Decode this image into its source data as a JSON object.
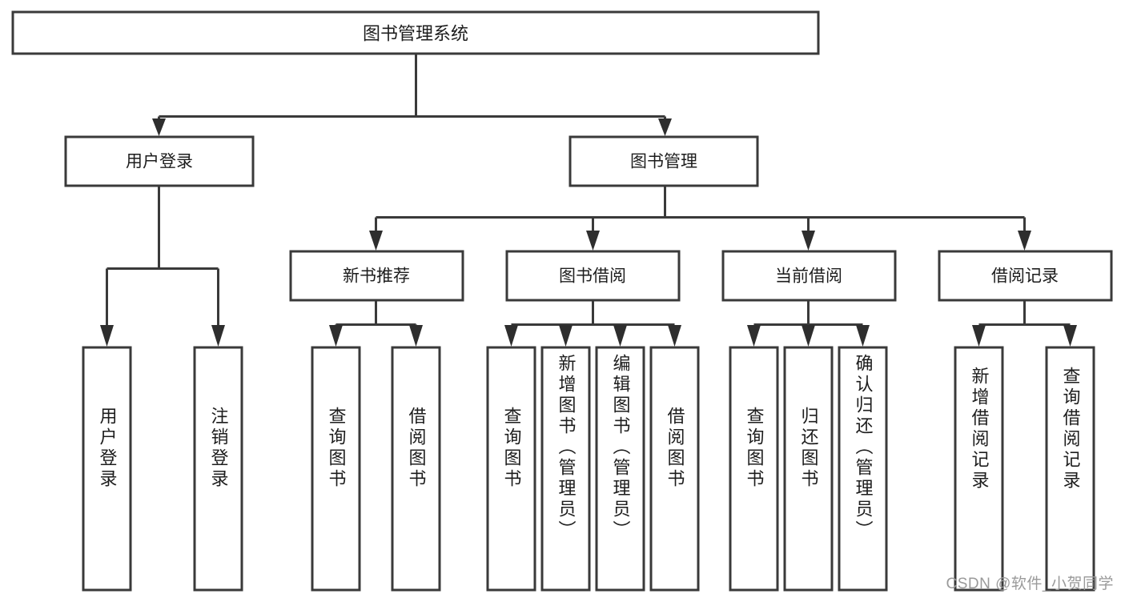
{
  "diagram": {
    "type": "tree",
    "title": "图书管理系统",
    "root": {
      "id": "root",
      "label": "图书管理系统",
      "orientation": "horizontal"
    },
    "level2": [
      {
        "id": "user-login",
        "label": "用户登录",
        "orientation": "horizontal"
      },
      {
        "id": "book-manage",
        "label": "图书管理",
        "orientation": "horizontal"
      }
    ],
    "level3": [
      {
        "id": "new-book-rec",
        "label": "新书推荐",
        "orientation": "horizontal",
        "parent": "book-manage"
      },
      {
        "id": "book-borrow",
        "label": "图书借阅",
        "orientation": "horizontal",
        "parent": "book-manage"
      },
      {
        "id": "current-borrow",
        "label": "当前借阅",
        "orientation": "horizontal",
        "parent": "book-manage"
      },
      {
        "id": "borrow-record",
        "label": "借阅记录",
        "orientation": "horizontal",
        "parent": "book-manage"
      }
    ],
    "leaves": {
      "user-login": [
        {
          "id": "leaf-user-login",
          "label": "用户登录"
        },
        {
          "id": "leaf-user-logout",
          "label": "注销登录"
        }
      ],
      "new-book-rec": [
        {
          "id": "leaf-query-book-1",
          "label": "查询图书"
        },
        {
          "id": "leaf-borrow-book-1",
          "label": "借阅图书"
        }
      ],
      "book-borrow": [
        {
          "id": "leaf-query-book-2",
          "label": "查询图书"
        },
        {
          "id": "leaf-add-book",
          "label": "新增图书（管理员）"
        },
        {
          "id": "leaf-edit-book",
          "label": "编辑图书（管理员）"
        },
        {
          "id": "leaf-borrow-book-2",
          "label": "借阅图书"
        }
      ],
      "current-borrow": [
        {
          "id": "leaf-query-book-3",
          "label": "查询图书"
        },
        {
          "id": "leaf-return-book",
          "label": "归还图书"
        },
        {
          "id": "leaf-confirm-return",
          "label": "确认归还（管理员）"
        }
      ],
      "borrow-record": [
        {
          "id": "leaf-add-record",
          "label": "新增借阅记录"
        },
        {
          "id": "leaf-query-record",
          "label": "查询借阅记录"
        }
      ]
    },
    "style": {
      "box_fill": "#ffffff",
      "box_stroke": "#3a3a3a",
      "connector_color": "#3a3a3a",
      "text_color": "#1d1d1d",
      "background": "#ffffff"
    }
  },
  "watermark": {
    "text": "CSDN @软件_小贺同学",
    "color": "#9a9a9a"
  }
}
